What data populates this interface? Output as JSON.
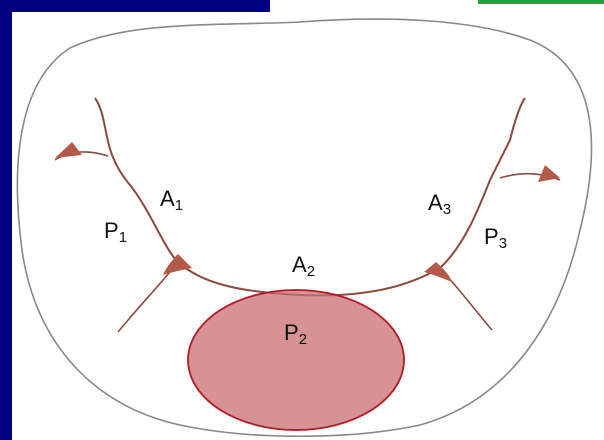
{
  "colors": {
    "frame": "#000080",
    "accent": "#1fa23a",
    "outline": "#888888",
    "commissure": "#b45a48",
    "commissure_line": "#8a4a3e",
    "highlight_fill": "#c86e72",
    "highlight_stroke": "#b21a24"
  },
  "labels": {
    "a1": {
      "letter": "A",
      "index": "1"
    },
    "a2": {
      "letter": "A",
      "index": "2"
    },
    "a3": {
      "letter": "A",
      "index": "3"
    },
    "p1": {
      "letter": "P",
      "index": "1"
    },
    "p2": {
      "letter": "P",
      "index": "2"
    },
    "p3": {
      "letter": "P",
      "index": "3"
    }
  },
  "highlighted_scallop": "P2"
}
